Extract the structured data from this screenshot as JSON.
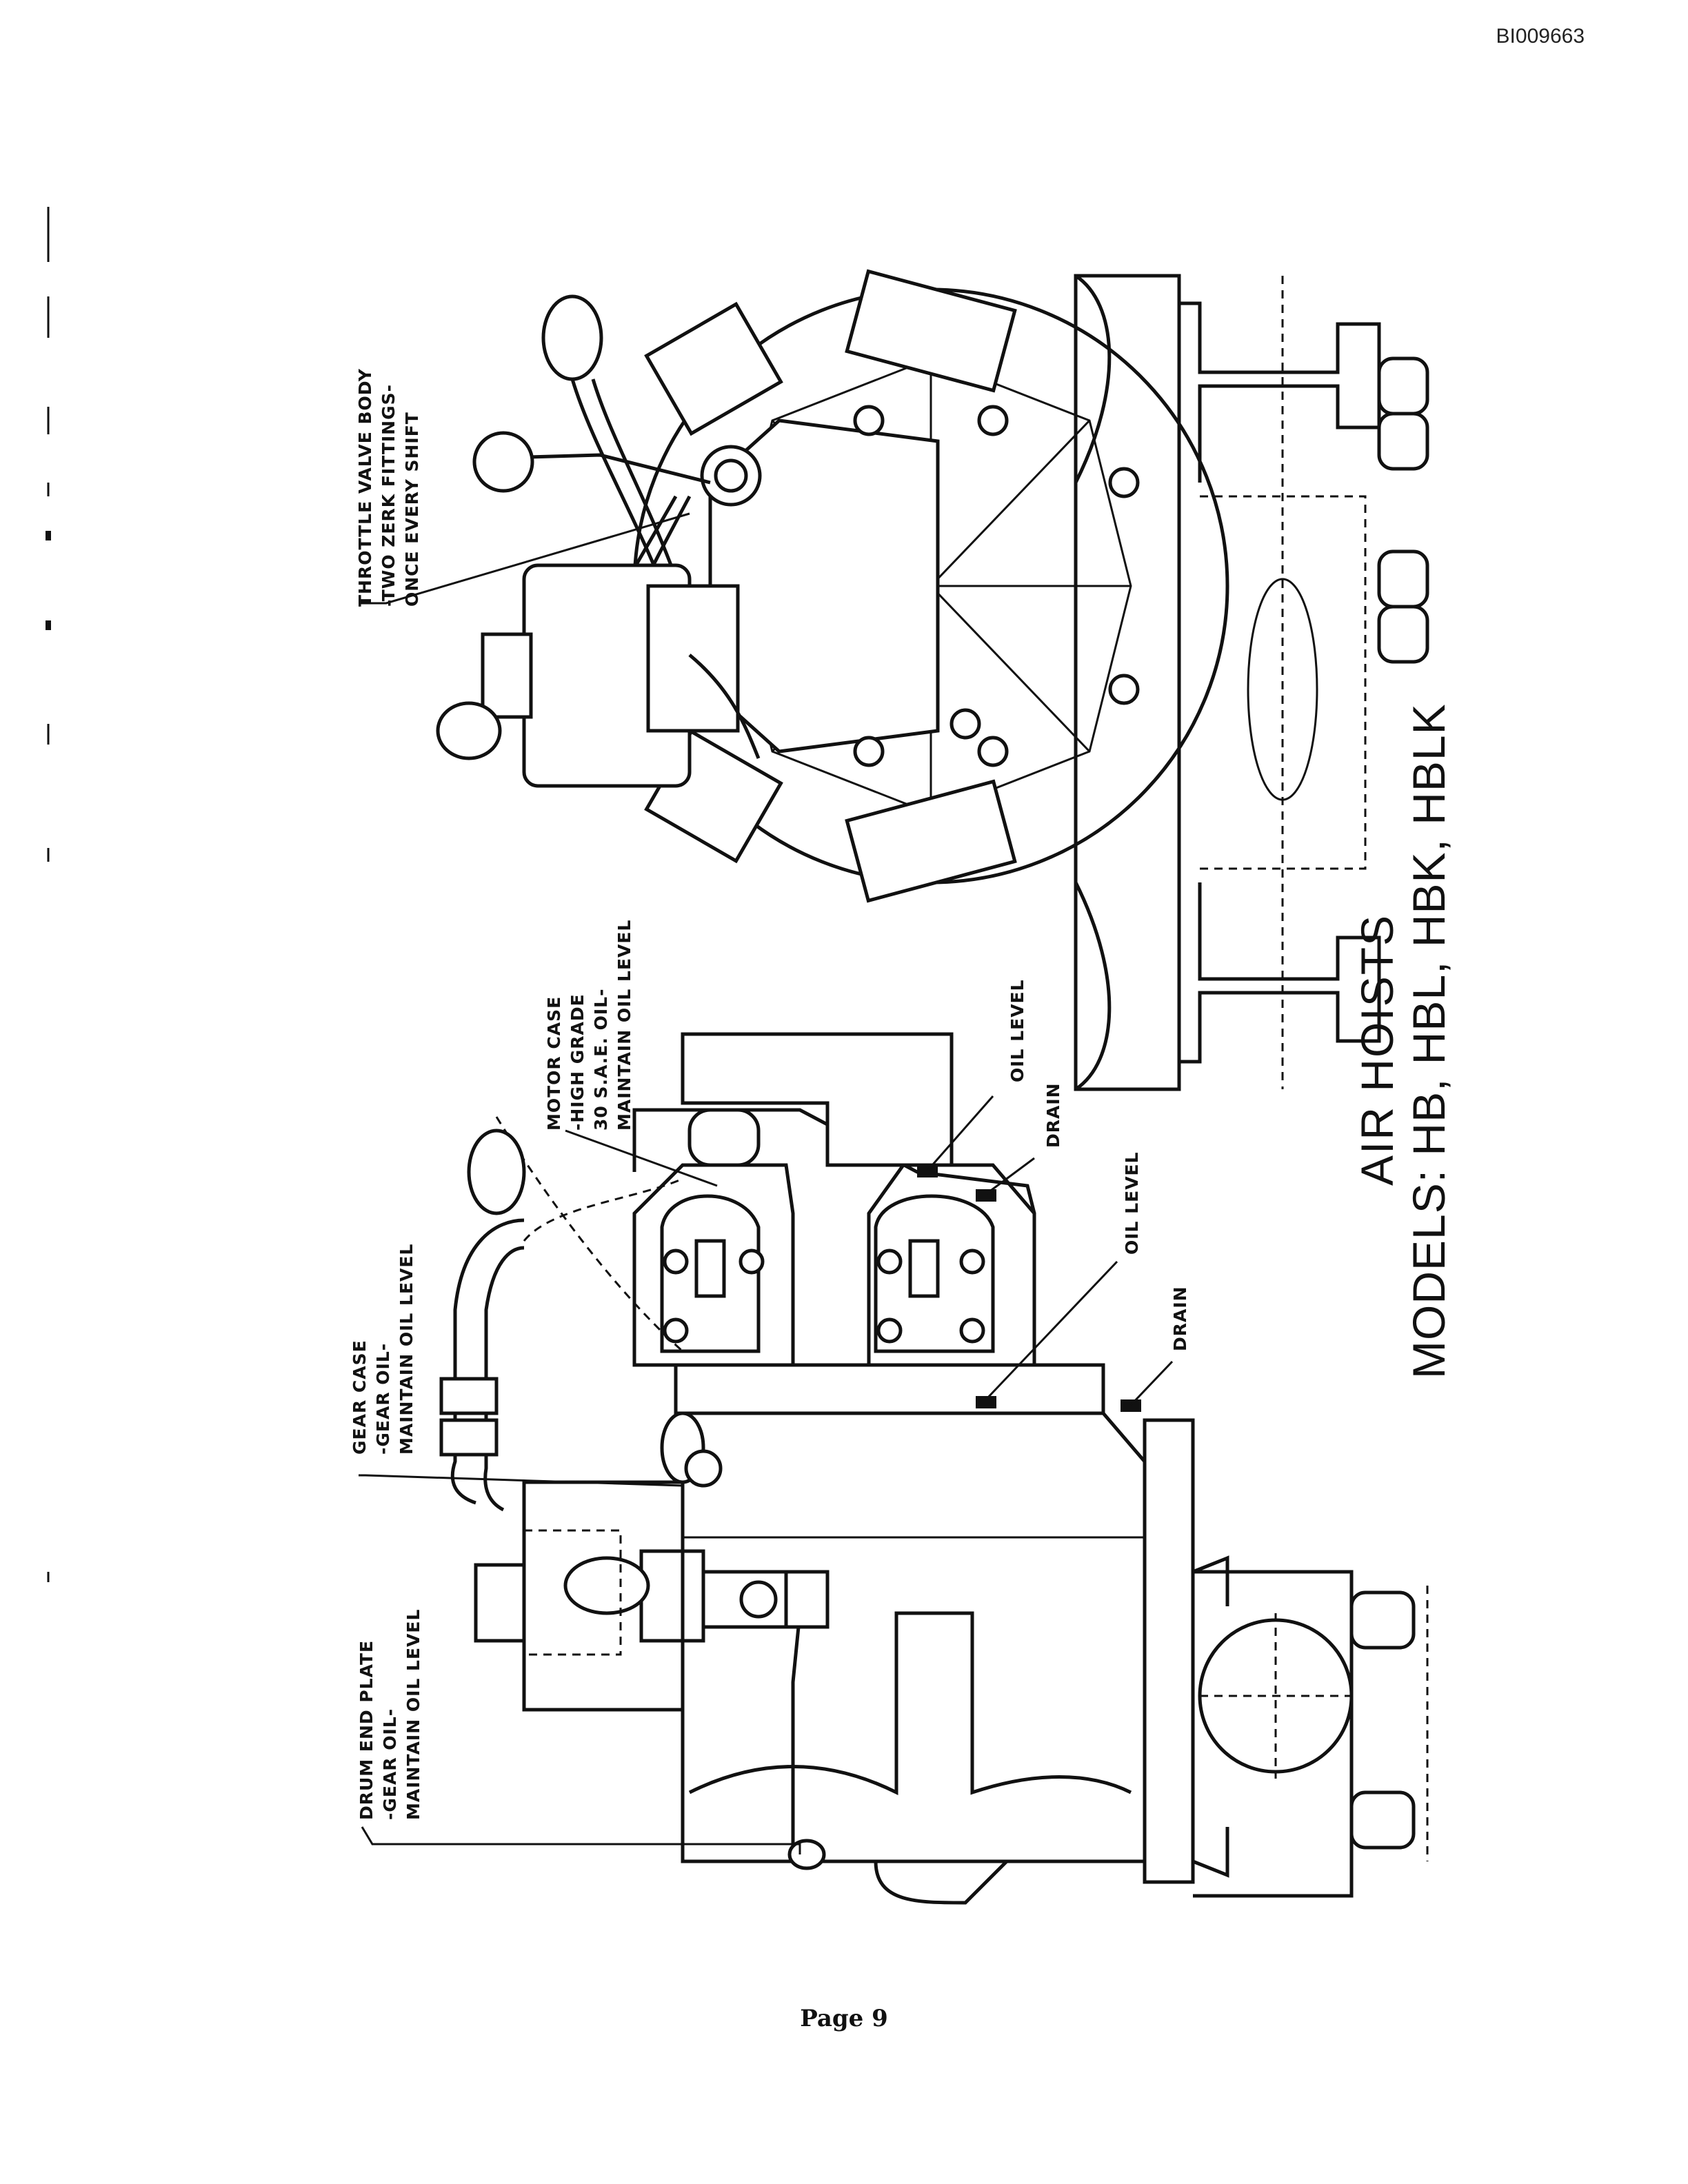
{
  "header": {
    "doc_id": "BI009663"
  },
  "footer": {
    "page_label": "Page 9"
  },
  "title": {
    "line1": "AIR HOISTS",
    "line2": "MODELS: HB, HBL, HBK, HBLK"
  },
  "labels": {
    "throttle": [
      "THROTTLE VALVE BODY",
      "-TWO ZERK FITTINGS-",
      "ONCE EVERY SHIFT"
    ],
    "motor_case": [
      "MOTOR CASE",
      "-HIGH GRADE",
      "30 S.A.E. OIL-",
      "MAINTAIN OIL LEVEL"
    ],
    "oil_level_upper": "OIL LEVEL",
    "drain_upper": "DRAIN",
    "oil_level_lower": "OIL LEVEL",
    "drain_lower": "DRAIN",
    "gear_case": [
      "GEAR CASE",
      "-GEAR OIL-",
      "MAINTAIN OIL LEVEL"
    ],
    "drum_end_plate": [
      "DRUM END PLATE",
      "-GEAR OIL-",
      "MAINTAIN OIL LEVEL"
    ]
  }
}
